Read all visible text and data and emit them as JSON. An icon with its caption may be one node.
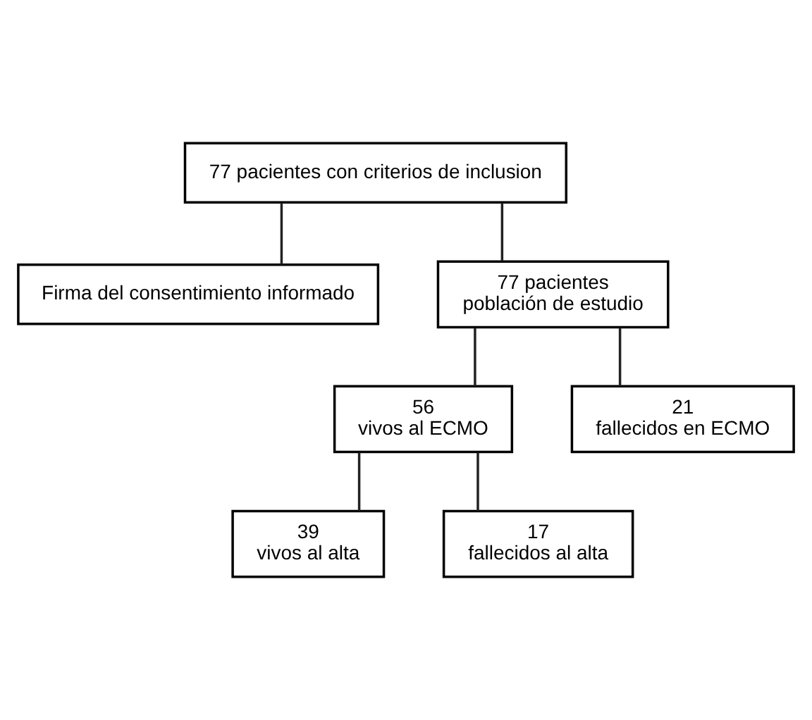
{
  "diagram": {
    "nodes": [
      {
        "text": [
          "77 pacientes con criterios de inclusion"
        ]
      },
      {
        "text": [
          "Firma del consentimiento informado"
        ]
      },
      {
        "text": [
          "77 pacientes",
          "población de estudio"
        ]
      },
      {
        "text": [
          "56",
          "vivos al ECMO"
        ]
      },
      {
        "text": [
          "21",
          "fallecidos en ECMO"
        ]
      },
      {
        "text": [
          "39",
          "vivos al alta"
        ]
      },
      {
        "text": [
          "17",
          "fallecidos al alta"
        ]
      }
    ],
    "edges": [
      {
        "from": 0,
        "to": 1,
        "arrow": "none"
      },
      {
        "from": 0,
        "to": 2,
        "arrow": "none"
      },
      {
        "from": 2,
        "to": 3,
        "arrow": "none"
      },
      {
        "from": 2,
        "to": 4,
        "arrow": "none"
      },
      {
        "from": 3,
        "to": 5,
        "arrow": "none"
      },
      {
        "from": 3,
        "to": 6,
        "arrow": "none"
      }
    ]
  }
}
